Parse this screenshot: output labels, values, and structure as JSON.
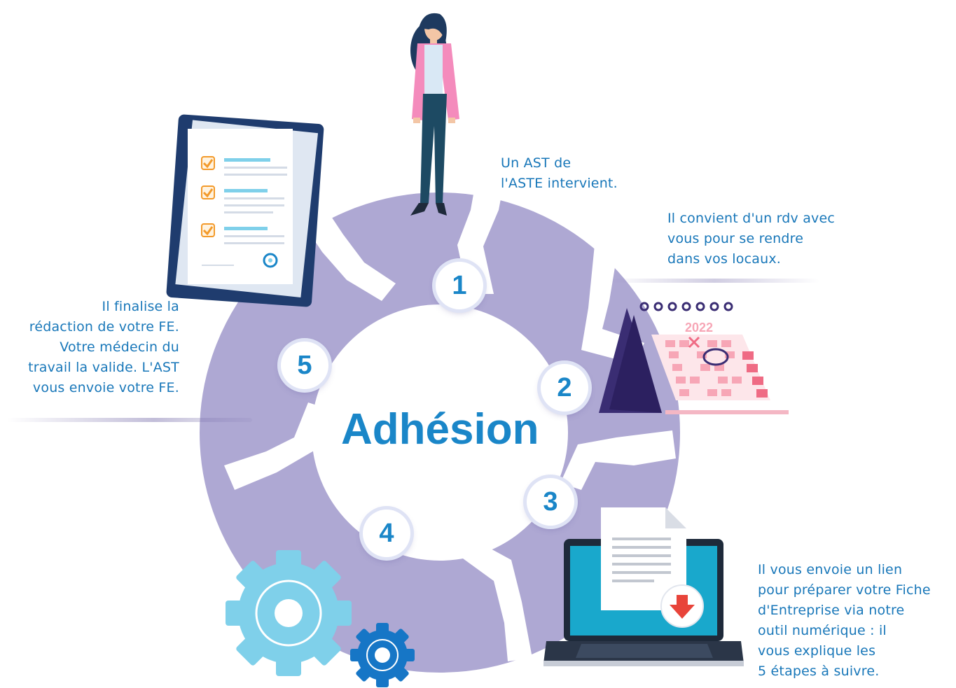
{
  "diagram": {
    "center_title": "Adhésion",
    "steps": [
      {
        "number": "1",
        "lines": [
          "Un AST de",
          "l'ASTE intervient."
        ]
      },
      {
        "number": "2",
        "lines": [
          "Il convient d'un rdv avec",
          "vous pour se rendre",
          "dans vos locaux."
        ]
      },
      {
        "number": "3",
        "lines": [
          "Il vous envoie un lien",
          "pour préparer votre Fiche",
          "d'Entreprise via notre",
          "outil numérique : il",
          "vous explique les",
          "5 étapes à suivre."
        ]
      },
      {
        "number": "4",
        "lines": []
      },
      {
        "number": "5",
        "lines": [
          "Il finalise la ",
          "rédaction de votre FE.",
          "Votre médecin du",
          "travail la valide. L'AST",
          "vous envoie votre FE."
        ]
      }
    ],
    "calendar_year": "2022"
  },
  "colors": {
    "ring": "#aea8d3",
    "ring_dark": "#8f87bd",
    "text_blue": "#1877b9",
    "title_blue": "#1a86c8",
    "pink": "#f28ab8",
    "navy": "#1f3c6e",
    "purple_dark": "#3a2d73",
    "cyan": "#19a8cc",
    "gear_light": "#7fd0ea",
    "gear_blue": "#1676c6"
  },
  "icons": [
    "woman-figure-icon",
    "calendar-icon",
    "laptop-download-icon",
    "gears-icon",
    "clipboard-checklist-icon"
  ]
}
